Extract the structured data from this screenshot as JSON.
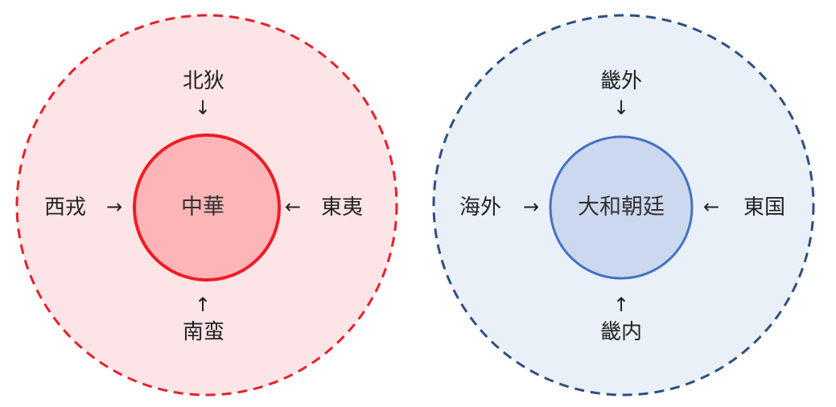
{
  "diagrams": [
    {
      "center": "中華",
      "north": "北狄",
      "south": "南蛮",
      "west": "西戎",
      "east": "東夷",
      "colors": {
        "outer_fill": "#fde4e6",
        "outer_stroke": "#e8202a",
        "inner_fill": "#fdb5b8",
        "inner_stroke": "#ee1c24"
      }
    },
    {
      "center": "大和朝廷",
      "north": "畿外",
      "south": "畿内",
      "west": "海外",
      "east": "東国",
      "colors": {
        "outer_fill": "#eaf0f8",
        "outer_stroke": "#2f4f80",
        "inner_fill": "#cbd8ee",
        "inner_stroke": "#4472c4"
      }
    }
  ],
  "arrows": {
    "down": "↓",
    "up": "↑",
    "right": "→",
    "left": "←"
  }
}
